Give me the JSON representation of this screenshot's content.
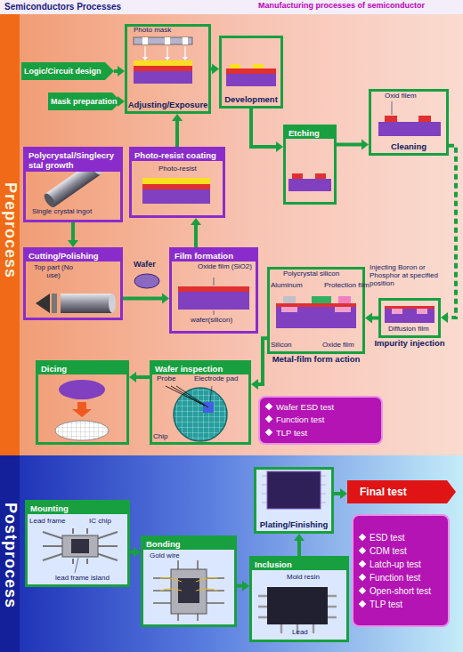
{
  "diagram": {
    "title": "Semiconductors Processes",
    "nodes": [
      {
        "text": [
          "Logic/Circuit design"
        ]
      },
      {
        "text": [
          "Mask preparation"
        ]
      },
      {
        "text": [
          "Adjusting/Exposure"
        ]
      },
      {
        "text": [
          "Development"
        ]
      },
      {
        "text": [
          "Etching"
        ]
      },
      {
        "text": [
          "Cleaning"
        ]
      },
      {
        "text": [
          "Polycrystal/Singlecry stal growth"
        ]
      },
      {
        "text": [
          "Photo-resist coating"
        ]
      },
      {
        "text": [
          "Cutting/Polishing"
        ]
      },
      {
        "text": [
          "Film formation"
        ]
      },
      {
        "text": [
          "Metal-film form action"
        ]
      },
      {
        "text": [
          "Impurity injection"
        ]
      },
      {
        "text": [
          "Dicing"
        ]
      },
      {
        "text": [
          "Wafer inspection"
        ]
      },
      {
        "text": [
          "Wafer ESD test",
          "Function test",
          "TLP test"
        ]
      },
      {
        "text": [
          "Mounting"
        ]
      },
      {
        "text": [
          "Bonding"
        ]
      },
      {
        "text": [
          "Inclusion"
        ]
      },
      {
        "text": [
          "Plating/Finishing"
        ]
      },
      {
        "text": [
          "Final test"
        ]
      },
      {
        "text": [
          "ESD test",
          "CDM test",
          "Latch-up test",
          "Function test",
          "Open-short test",
          "TLP test"
        ]
      }
    ],
    "edges": [
      {
        "from": 0,
        "to": 2,
        "arrow": "to"
      },
      {
        "from": 1,
        "to": 2,
        "arrow": "to"
      },
      {
        "from": 2,
        "to": 3,
        "arrow": "to"
      },
      {
        "from": 3,
        "to": 4,
        "arrow": "to"
      },
      {
        "from": 4,
        "to": 5,
        "arrow": "to"
      },
      {
        "from": 5,
        "to": 11,
        "arrow": "to"
      },
      {
        "from": 11,
        "to": 10,
        "arrow": "to"
      },
      {
        "from": 10,
        "to": 13,
        "arrow": "to"
      },
      {
        "from": 13,
        "to": 12,
        "arrow": "to"
      },
      {
        "from": 6,
        "to": 8,
        "arrow": "to"
      },
      {
        "from": 8,
        "to": 9,
        "arrow": "to"
      },
      {
        "from": 9,
        "to": 7,
        "arrow": "to"
      },
      {
        "from": 7,
        "to": 2,
        "arrow": "to"
      },
      {
        "from": 15,
        "to": 16,
        "arrow": "to"
      },
      {
        "from": 16,
        "to": 17,
        "arrow": "to"
      },
      {
        "from": 17,
        "to": 18,
        "arrow": "to"
      },
      {
        "from": 18,
        "to": 19,
        "arrow": "to"
      }
    ],
    "labels": [
      "Manufacturing processes of semiconductor",
      "Preprocess",
      "Postprocess",
      "Photo mask",
      "Oxid filem",
      "Single crystal ingot",
      "Photo-resist",
      "Top part (No use)",
      "Wafer",
      "Oxide film (SiO2)",
      "wafer(silicon)",
      "Injecting Boron or Phosphor at specified position",
      "Diffusion film",
      "Polycrystal silicon",
      "Aluminum",
      "Protection film",
      "Silicon",
      "Oxide film",
      "Probe",
      "Electrode pad",
      "Chip",
      "Lead frame",
      "IC chip",
      "lead frame island",
      "Gold wire",
      "Mold resin",
      "Lead"
    ]
  }
}
